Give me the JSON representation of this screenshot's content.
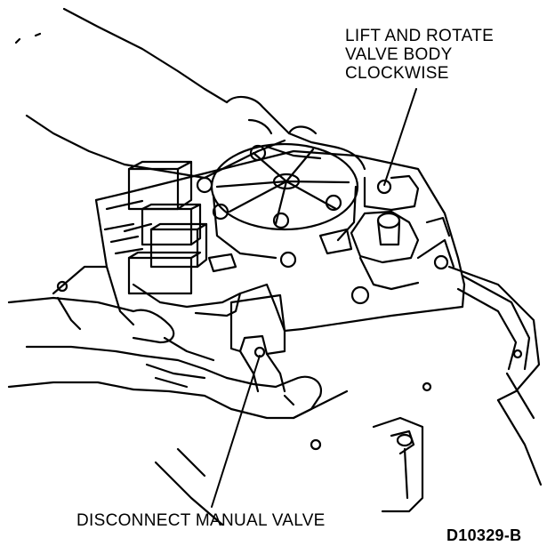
{
  "callouts": {
    "top": {
      "lines": [
        "LIFT AND ROTATE",
        "VALVE BODY",
        "CLOCKWISE"
      ]
    },
    "bottom": {
      "text": "DISCONNECT MANUAL VALVE"
    }
  },
  "figure_id": "D10329-B"
}
